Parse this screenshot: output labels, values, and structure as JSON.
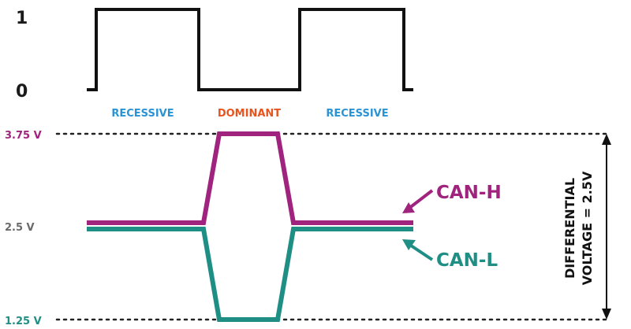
{
  "logic_levels": {
    "high": "1",
    "low": "0"
  },
  "states": [
    {
      "label": "RECESSIVE",
      "color": "#2a93d5"
    },
    {
      "label": "DOMINANT",
      "color": "#e8541e"
    },
    {
      "label": "RECESSIVE",
      "color": "#2a93d5"
    }
  ],
  "voltages": {
    "top": {
      "label": "3.75 V",
      "color": "#a0247e"
    },
    "mid": {
      "label": "2.5 V",
      "color": "#6a6a6a"
    },
    "bottom": {
      "label": "1.25 V",
      "color": "#1f8f86"
    }
  },
  "signals": {
    "can_h": {
      "label": "CAN-H",
      "color": "#a0247e"
    },
    "can_l": {
      "label": "CAN-L",
      "color": "#1f8f86"
    }
  },
  "differential": {
    "line1": "DIFFERENTIAL",
    "line2": "VOLTAGE = 2.5V"
  },
  "colors": {
    "logic_wave": "#111111",
    "dotted": "#222222"
  }
}
